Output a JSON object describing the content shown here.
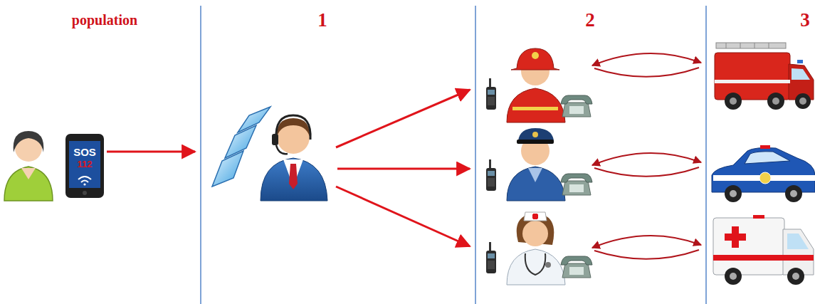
{
  "diagram": {
    "labels": [
      "population",
      "1",
      "2",
      "3",
      "SOS",
      "112"
    ]
  }
}
